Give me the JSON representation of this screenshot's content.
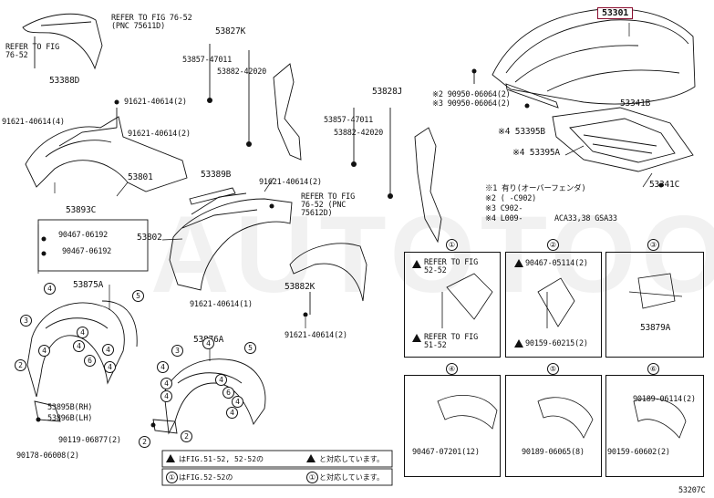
{
  "diagram_id": "53207C",
  "main_part": "53301",
  "notes": {
    "refer_fig_1": "REFER TO FIG 76-52 (PNC 75611D)",
    "refer_fig_2": "REFER TO FIG 76-52",
    "refer_fig_3": "REFER TO FIG 76-52 (PNC 75612D)",
    "legend_1": "※1 有り(オーバーフェンダ)",
    "legend_2": "※2 (   -C902)",
    "legend_3": "※3 C902-",
    "legend_4": "※4 L009-",
    "legend_models": "ACA33,38 GSA33",
    "footer_1": "はFIG.51-52, 52-52の",
    "footer_1b": "と対応しています。",
    "footer_2": "はFIG.52-52の",
    "footer_2b": "と対応しています。"
  },
  "labels": {
    "l53827K": "53827K",
    "l53857a": "53857-47011",
    "l53882a": "53882-42020",
    "l53828J": "53828J",
    "l53857b": "53857-47011",
    "l53882b": "53882-42020",
    "l53388D": "53388D",
    "l91621a": "91621-40614(2)",
    "l91621b": "91621-40614(4)",
    "l91621c": "91621-40614(2)",
    "l53801": "53801",
    "l53389B": "53389B",
    "l91621d": "91621-40614(2)",
    "l53802": "53802",
    "l91621e": "91621-40614(1)",
    "l53882K": "53882K",
    "l91621f": "91621-40614(2)",
    "l53893C": "53893C",
    "l90467a": "90467-06192",
    "l90467b": "90467-06192",
    "l53875A": "53875A",
    "l53895B": "53895B(RH)",
    "l53896B": "53896B(LH)",
    "l90119": "90119-06877(2)",
    "l90178": "90178-06008(2)",
    "l53876A": "53876A",
    "l90950a": "※2 90950-06064(2)",
    "l90950b": "※3 90950-06064(2)",
    "l53395B": "※4 53395B",
    "l53395A": "※4 53395A",
    "l53341B": "53341B",
    "l53341C": "53341C"
  },
  "panels": {
    "p1_label": "①",
    "p1_a": "REFER TO FIG 52-52",
    "p1_b": "REFER TO FIG 51-52",
    "p2_label": "②",
    "p2_a": "90467-05114(2)",
    "p2_b": "90159-60215(2)",
    "p3_label": "③",
    "p3_a": "53879A",
    "p4_label": "④",
    "p4_a": "90467-07201(12)",
    "p5_label": "⑤",
    "p5_a": "90189-06065(8)",
    "p6_label": "⑥",
    "p6_a": "90189-06114(2)",
    "p6_b": "90159-60602(2)"
  },
  "watermark": "AUTOTOOT"
}
